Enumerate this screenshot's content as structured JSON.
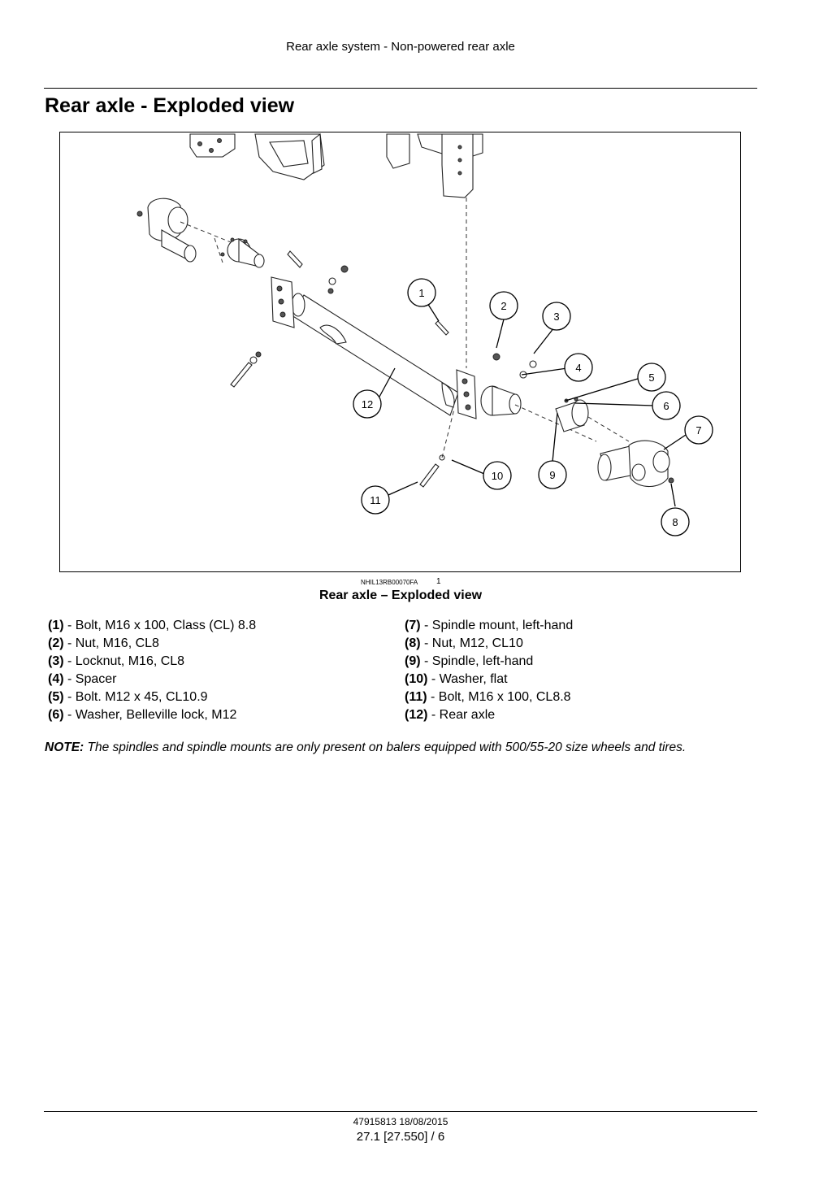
{
  "header": {
    "running_title": "Rear axle system - Non-powered rear axle"
  },
  "section": {
    "title": "Rear axle - Exploded view"
  },
  "figure": {
    "ref_code": "NHIL13RB00070FA",
    "number": "1",
    "caption": "Rear axle – Exploded view",
    "callouts": [
      "1",
      "2",
      "3",
      "4",
      "5",
      "6",
      "7",
      "8",
      "9",
      "10",
      "11",
      "12"
    ]
  },
  "legend": {
    "left": [
      {
        "num": "(1)",
        "text": " - Bolt, M16 x 100, Class (CL) 8.8"
      },
      {
        "num": "(2)",
        "text": " - Nut, M16, CL8"
      },
      {
        "num": "(3)",
        "text": " - Locknut, M16, CL8"
      },
      {
        "num": "(4)",
        "text": " - Spacer"
      },
      {
        "num": "(5)",
        "text": " - Bolt.  M12 x 45, CL10.9"
      },
      {
        "num": "(6)",
        "text": " - Washer, Belleville lock, M12"
      }
    ],
    "right": [
      {
        "num": "(7)",
        "text": " - Spindle mount, left-hand"
      },
      {
        "num": "(8)",
        "text": " - Nut, M12, CL10"
      },
      {
        "num": "(9)",
        "text": " - Spindle, left-hand"
      },
      {
        "num": "(10)",
        "text": " - Washer, flat"
      },
      {
        "num": "(11)",
        "text": " - Bolt, M16 x 100, CL8.8"
      },
      {
        "num": "(12)",
        "text": " - Rear axle"
      }
    ]
  },
  "note": {
    "label": "NOTE:",
    "text": " The spindles and spindle mounts are only present on balers equipped with 500/55-20 size wheels and tires."
  },
  "footer": {
    "doc_code": "47915813 18/08/2015",
    "page_ref": "27.1 [27.550] / 6"
  }
}
